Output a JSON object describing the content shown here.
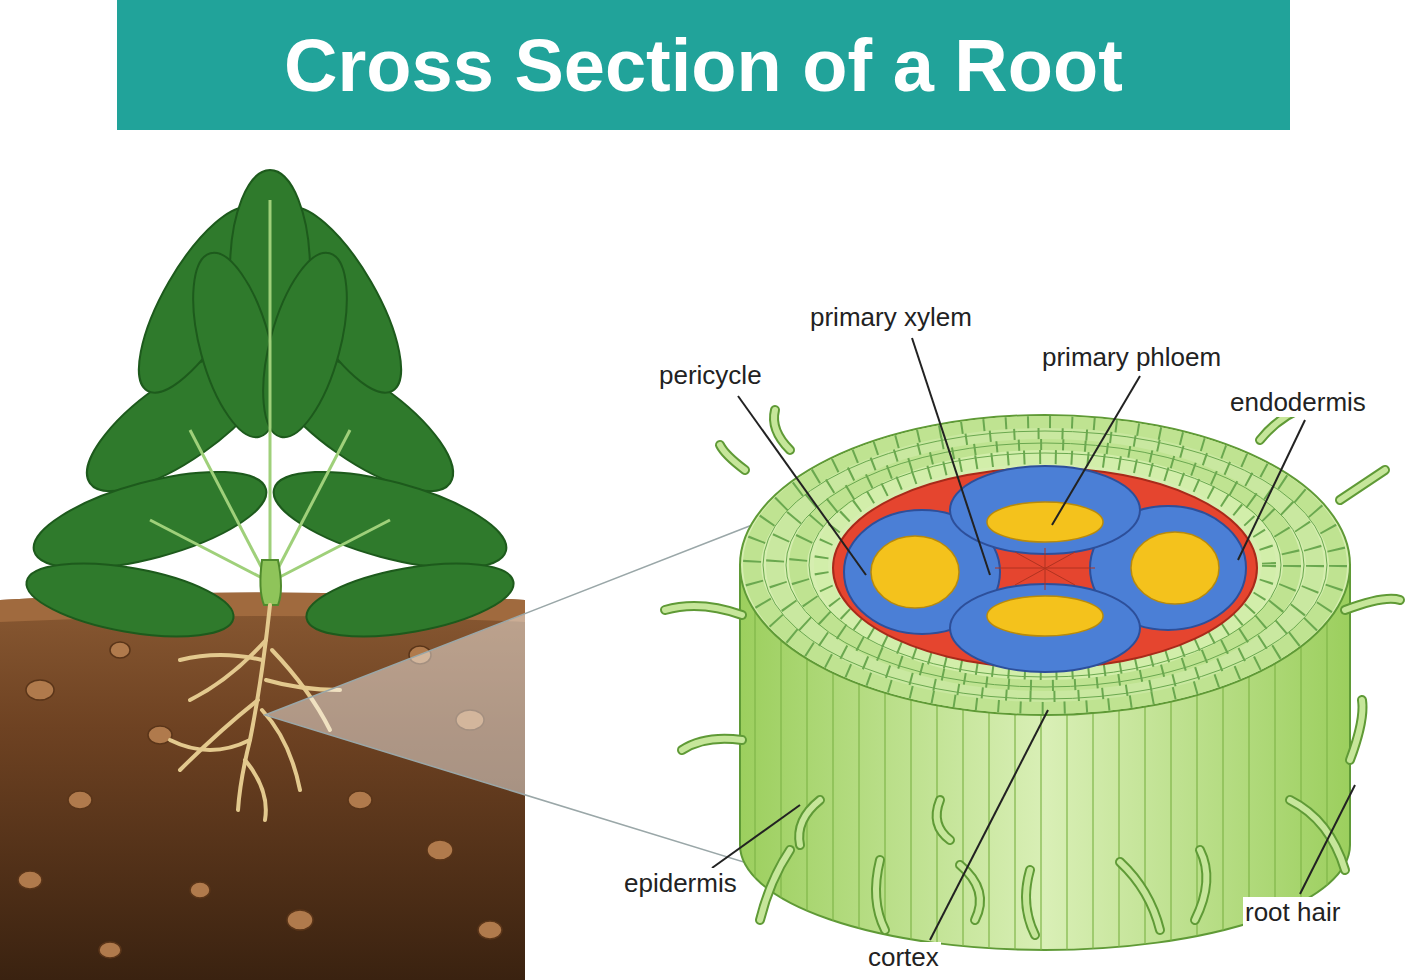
{
  "diagram": {
    "title": "Cross Section of a Root",
    "labels": [
      "pericycle",
      "primary xylem",
      "primary phloem",
      "endodermis",
      "epidermis",
      "cortex",
      "root hair"
    ]
  }
}
